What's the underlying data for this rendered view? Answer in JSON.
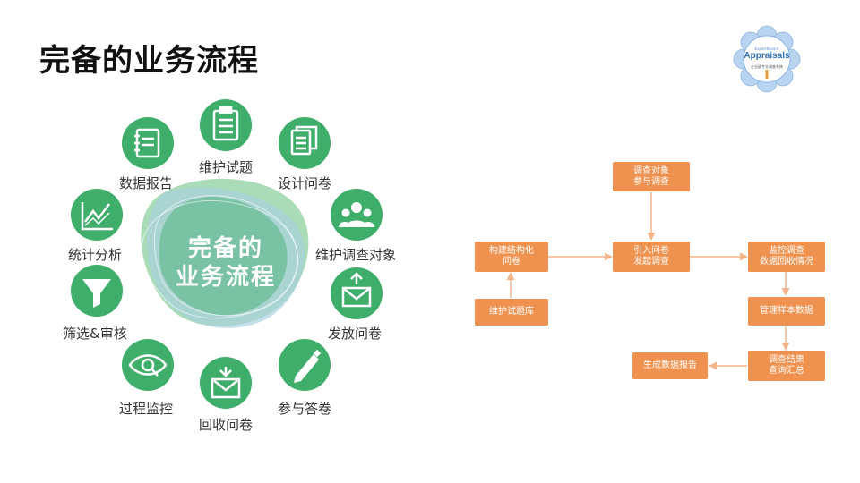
{
  "slide": {
    "title": "完备的业务流程"
  },
  "logo": {
    "top_text": "ExpertRecord",
    "brand": "Appraisals",
    "tagline": "企业级专业调查系统"
  },
  "cycle": {
    "center": [
      "完备的",
      "业务流程"
    ],
    "nodes": [
      {
        "id": "report",
        "label": "数据报告",
        "icon": "notebook-icon"
      },
      {
        "id": "maintain",
        "label": "维护试题",
        "icon": "clipboard-icon"
      },
      {
        "id": "design",
        "label": "设计问卷",
        "icon": "documents-icon"
      },
      {
        "id": "target",
        "label": "维护调查对象",
        "icon": "people-icon"
      },
      {
        "id": "publish",
        "label": "发放问卷",
        "icon": "envelope-up-icon"
      },
      {
        "id": "answer",
        "label": "参与答卷",
        "icon": "pen-icon"
      },
      {
        "id": "collect",
        "label": "回收问卷",
        "icon": "envelope-down-icon"
      },
      {
        "id": "monitor",
        "label": "过程监控",
        "icon": "eye-icon"
      },
      {
        "id": "filter",
        "label": "筛选&审核",
        "icon": "funnel-icon"
      },
      {
        "id": "stats",
        "label": "统计分析",
        "icon": "line-chart-icon"
      }
    ],
    "colors": {
      "green": "#3fae6a",
      "blob1": "#7ec98f",
      "blob2": "#9fd3b5",
      "blob3": "#a7cfe0"
    }
  },
  "flow": {
    "box_color": "#f0924f",
    "boxes": {
      "survey_target": [
        "调查对象",
        "参与调查"
      ],
      "build": [
        "构建结构化",
        "问卷"
      ],
      "initiate": [
        "引入问卷",
        "发起调查"
      ],
      "monitor": [
        "监控调查",
        "数据回收情况"
      ],
      "maintain_bank": [
        "维护试题库"
      ],
      "manage_sample": [
        "管理样本数据"
      ],
      "generate": [
        "生成数据报告"
      ],
      "summary": [
        "调查结果",
        "查询汇总"
      ]
    }
  }
}
